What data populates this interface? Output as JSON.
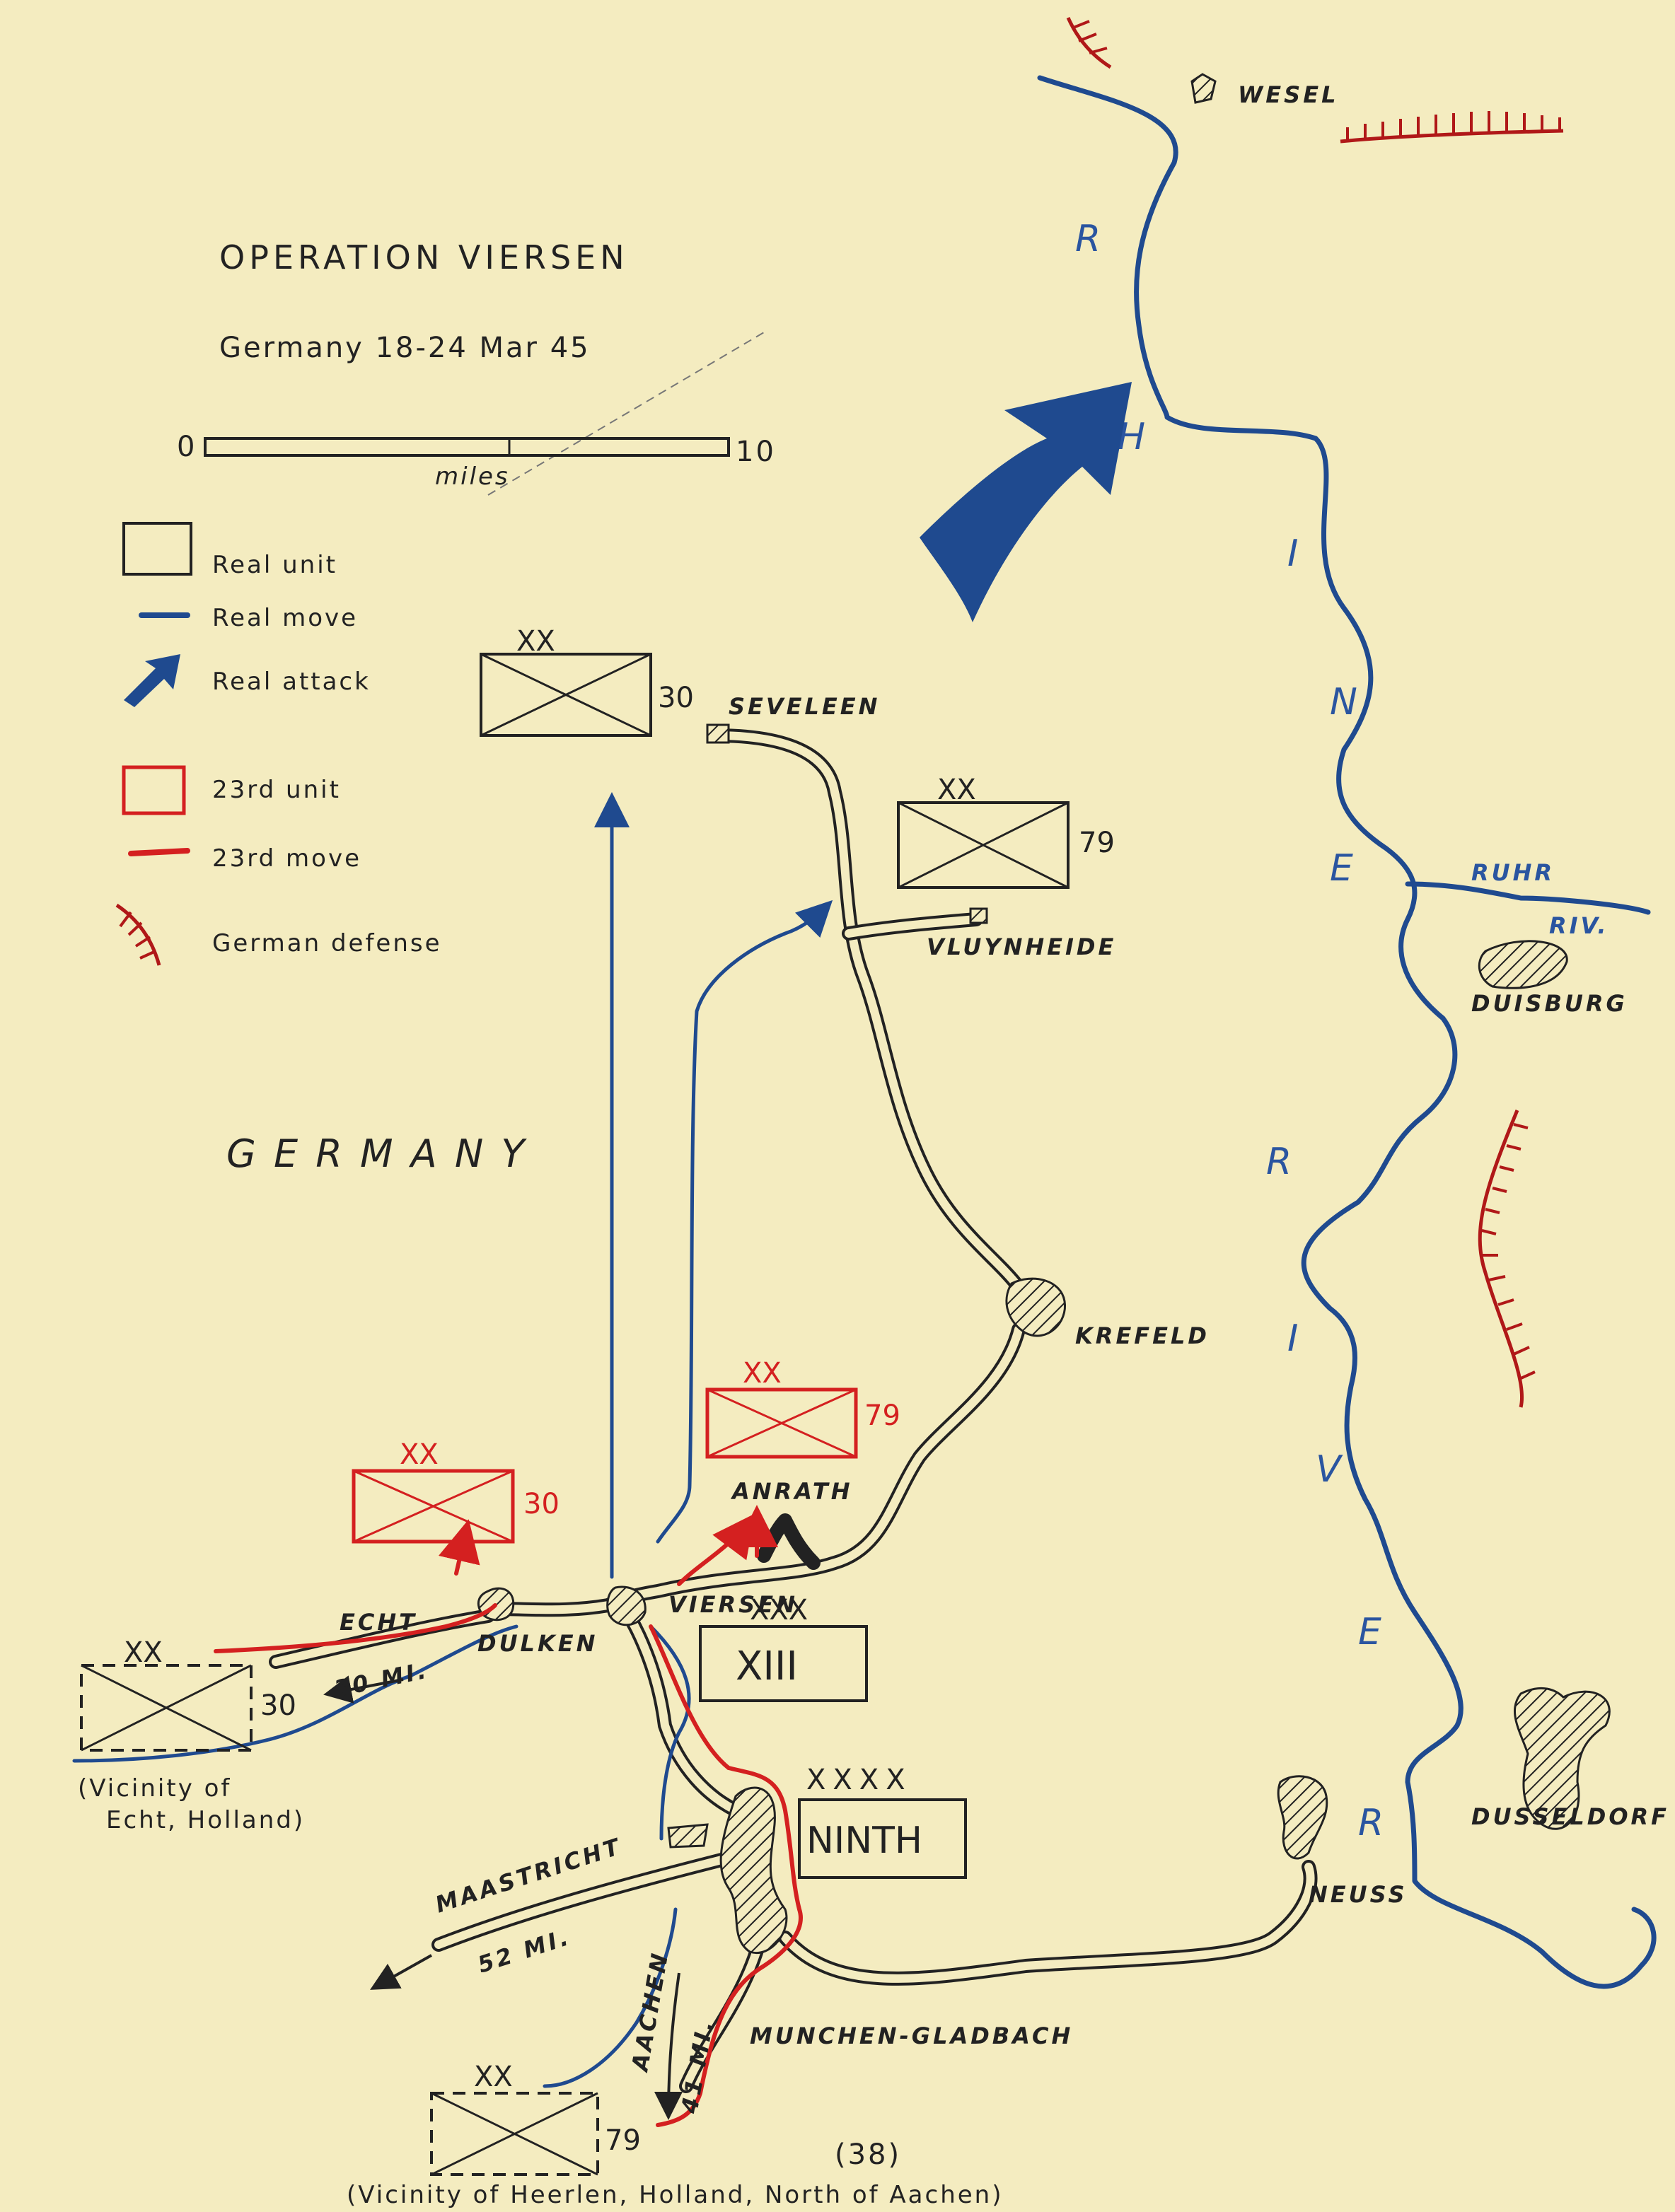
{
  "title": "OPERATION VIERSEN",
  "subtitle": "Germany 18-24 Mar 45",
  "scale": {
    "start": "0",
    "end": "10",
    "unit": "miles"
  },
  "legend": {
    "real_unit": "Real unit",
    "real_move": "Real move",
    "real_attack": "Real attack",
    "unit_23rd": "23rd unit",
    "move_23rd": "23rd move",
    "german_defense": "German defense"
  },
  "country": "G E R M A N Y",
  "river": [
    "R",
    "H",
    "I",
    "N",
    "E",
    "R",
    "I",
    "V",
    "E",
    "R"
  ],
  "places": {
    "wesel": "WESEL",
    "seveleen": "SEVELEEN",
    "vluynheide": "VLUYNHEIDE",
    "duisburg": "DUISBURG",
    "krefeld": "KREFELD",
    "ruhr": "RUHR",
    "ruhr2": "RIV.",
    "anrath": "ANRATH",
    "echt": "ECHT",
    "dulken": "DULKEN",
    "viersen": "VIERSEN",
    "dusseldorf": "DUSSELDORF",
    "neuss": "NEUSS",
    "maastricht": "MAASTRICHT",
    "maastricht_dist": "52 MI.",
    "aachen": "AACHEN",
    "aachen_dist": "41 MI.",
    "munchen": "MUNCHEN-GLADBACH",
    "echt_dist": "30 MI."
  },
  "units": {
    "real_30_size": "XX",
    "real_30_num": "30",
    "real_79_size": "XX",
    "real_79_num": "79",
    "red_79_size": "XX",
    "red_79_num": "79",
    "red_30_size": "XX",
    "red_30_num": "30",
    "xiii_size": "XXX",
    "xiii": "XIII",
    "ninth_size": "XXXX",
    "ninth": "NINTH",
    "dash_30_size": "XX",
    "dash_30_num": "30",
    "dash_79_size": "XX",
    "dash_79_num": "79"
  },
  "notes": {
    "echt_vicinity_1": "(Vicinity of",
    "echt_vicinity_2": "Echt, Holland)",
    "heerlen_vicinity": "(Vicinity of Heerlen, Holland, North of Aachen)",
    "page": "(38)"
  }
}
